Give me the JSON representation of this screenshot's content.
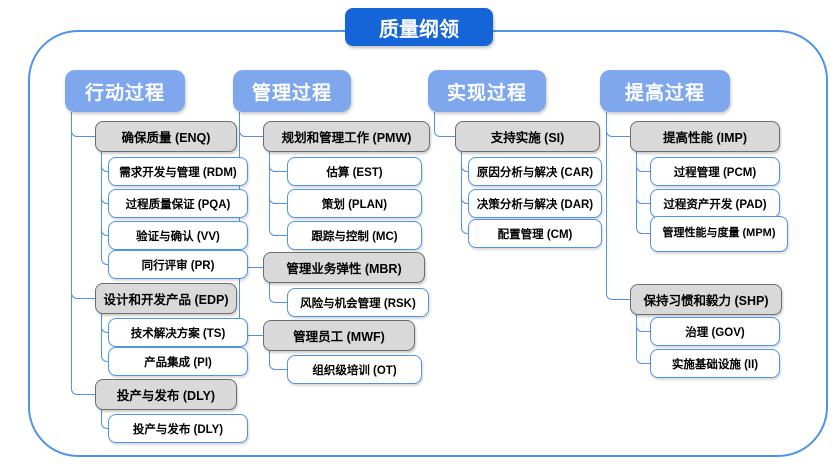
{
  "title": "质量纲领",
  "colors": {
    "title_blue": "#1565d8",
    "header_blue": "#7ea7ed",
    "line_blue": "#4d94ea",
    "gray_fill": "#d9d9d9",
    "gray_border": "#6e6e6e"
  },
  "columns": [
    {
      "header": "行动过程",
      "nodes": [
        {
          "label": "确保质量 (ENQ)",
          "level": 2
        },
        {
          "label": "需求开发与管理 (RDM)",
          "level": 3
        },
        {
          "label": "过程质量保证 (PQA)",
          "level": 3
        },
        {
          "label": "验证与确认 (VV)",
          "level": 3
        },
        {
          "label": "同行评审 (PR)",
          "level": 3
        },
        {
          "label": "设计和开发产品 (EDP)",
          "level": 2
        },
        {
          "label": "技术解决方案 (TS)",
          "level": 3
        },
        {
          "label": "产品集成 (PI)",
          "level": 3
        },
        {
          "label": "投产与发布 (DLY)",
          "level": 2
        },
        {
          "label": "投产与发布 (DLY)",
          "level": 3
        }
      ]
    },
    {
      "header": "管理过程",
      "nodes": [
        {
          "label": "规划和管理工作 (PMW)",
          "level": 2
        },
        {
          "label": "估算 (EST)",
          "level": 3
        },
        {
          "label": "策划 (PLAN)",
          "level": 3
        },
        {
          "label": "跟踪与控制 (MC)",
          "level": 3
        },
        {
          "label": "管理业务弹性 (MBR)",
          "level": 2
        },
        {
          "label": "风险与机会管理 (RSK)",
          "level": 3
        },
        {
          "label": "管理员工 (MWF)",
          "level": 2
        },
        {
          "label": "组织级培训 (OT)",
          "level": 3
        }
      ]
    },
    {
      "header": "实现过程",
      "nodes": [
        {
          "label": "支持实施 (SI)",
          "level": 2
        },
        {
          "label": "原因分析与解决 (CAR)",
          "level": 3
        },
        {
          "label": "决策分析与解决 (DAR)",
          "level": 3
        },
        {
          "label": "配置管理 (CM)",
          "level": 3
        }
      ]
    },
    {
      "header": "提高过程",
      "nodes": [
        {
          "label": "提高性能 (IMP)",
          "level": 2
        },
        {
          "label": "过程管理 (PCM)",
          "level": 3
        },
        {
          "label": "过程资产开发 (PAD)",
          "level": 3
        },
        {
          "label": "管理性能与度量 (MPM)",
          "level": 3
        },
        {
          "label": "保持习惯和毅力 (SHP)",
          "level": 2
        },
        {
          "label": "治理 (GOV)",
          "level": 3
        },
        {
          "label": "实施基础设施 (II)",
          "level": 3
        }
      ]
    }
  ]
}
